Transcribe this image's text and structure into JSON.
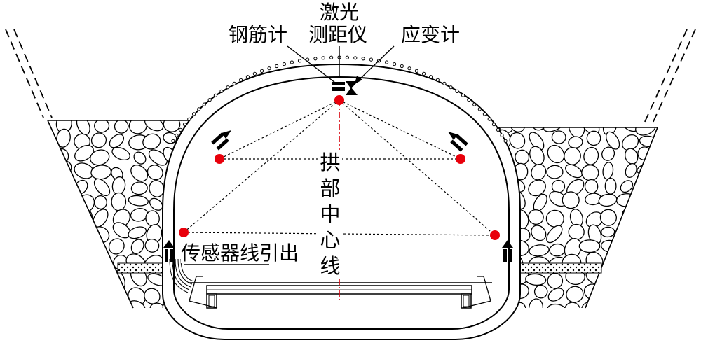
{
  "labels": {
    "rebar_meter": "钢筋计",
    "laser_line1": "激光",
    "laser_line2": "测距仪",
    "strain_gauge": "应变计",
    "arch_centerline": "拱部中心线",
    "sensor_cable_exit": "传感器线引出"
  },
  "colors": {
    "line": "#000000",
    "measure_point": "#e8000b",
    "centerline": "#d8000a",
    "rock_fill": "#ffffff"
  }
}
